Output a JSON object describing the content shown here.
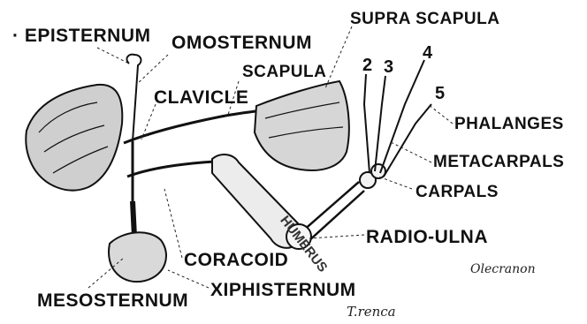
{
  "labels": {
    "episternum": "· EPISTERNUM",
    "omosternum": "OMOSTERNUM",
    "supra_scapula": "SUPRA SCAPULA",
    "scapula": "SCAPULA",
    "clavicle": "CLAVICLE",
    "digit_2": "2",
    "digit_3": "3",
    "digit_4": "4",
    "digit_5": "5",
    "phalanges": "PHALANGES",
    "metacarpals": "METACARPALS",
    "carpals": "CARPALS",
    "radio_ulna": "RADIO-ULNA",
    "coracoid": "CORACOID",
    "mesosternum": "MESOSTERNUM",
    "xiphisternum": "XIPHISTERNUM",
    "humerus": "HUMERUS"
  },
  "handwritten": {
    "olecranon": "Olecranon",
    "fragment": "T.renca"
  }
}
